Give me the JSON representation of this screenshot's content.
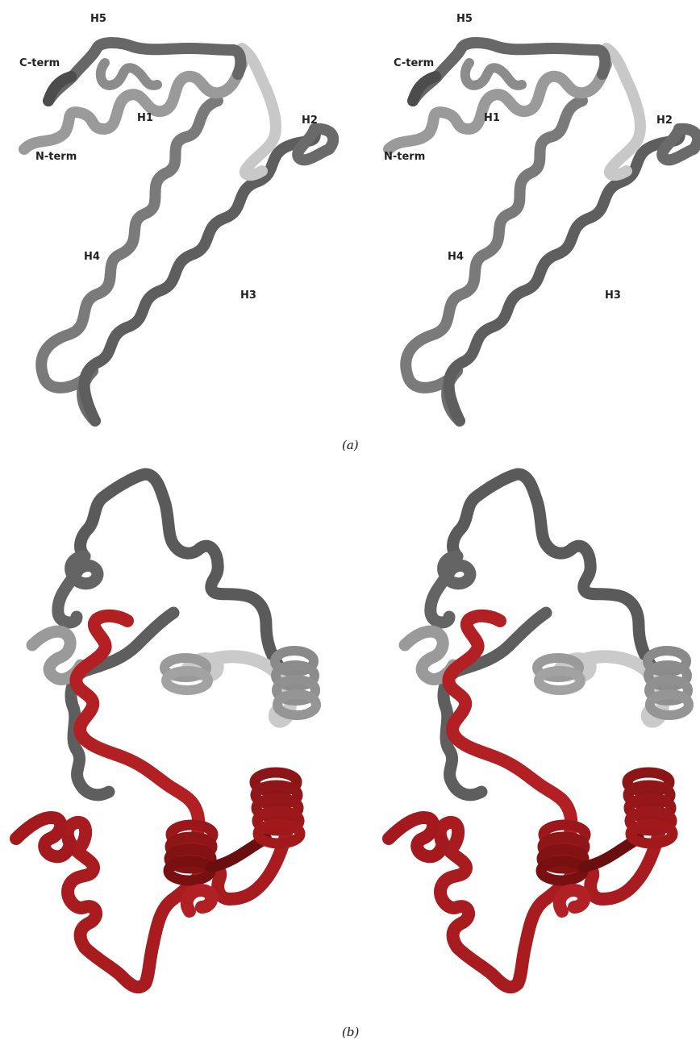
{
  "panel_a": {
    "caption": "(a)",
    "labels": {
      "h5": "H5",
      "c_term": "C-term",
      "h1": "H1",
      "n_term": "N-term",
      "h2": "H2",
      "h4": "H4",
      "h3": "H3"
    }
  },
  "panel_b": {
    "caption": "(b)"
  },
  "colors": {
    "dark_grey": "#585858",
    "mid_grey": "#7c7c7c",
    "light_grey": "#a8a8a8",
    "pale_grey": "#cfcfcf",
    "red": "#b22024",
    "dark_red": "#7e1416"
  }
}
